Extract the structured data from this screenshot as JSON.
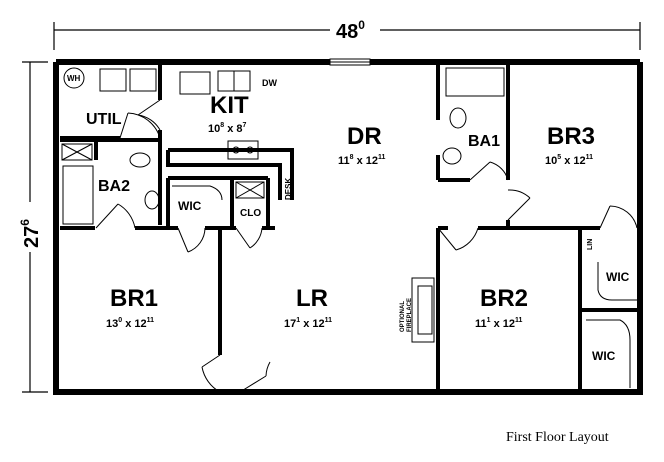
{
  "dimensions": {
    "width_main": "48",
    "width_sup": "0",
    "depth_main": "27",
    "depth_sup": "6"
  },
  "rooms": {
    "kit": {
      "name": "KIT",
      "w": "10",
      "w_sup": "8",
      "h": "8",
      "h_sup": "7"
    },
    "dr": {
      "name": "DR",
      "w": "11",
      "w_sup": "8",
      "h": "12",
      "h_sup": "11"
    },
    "br3": {
      "name": "BR3",
      "w": "10",
      "w_sup": "5",
      "h": "12",
      "h_sup": "11"
    },
    "br1": {
      "name": "BR1",
      "w": "13",
      "w_sup": "0",
      "h": "12",
      "h_sup": "11"
    },
    "lr": {
      "name": "LR",
      "w": "17",
      "w_sup": "1",
      "h": "12",
      "h_sup": "11"
    },
    "br2": {
      "name": "BR2",
      "w": "11",
      "w_sup": "1",
      "h": "12",
      "h_sup": "11"
    }
  },
  "labels": {
    "util": "UTIL",
    "ba1": "BA1",
    "ba2": "BA2",
    "wic": "WIC",
    "clo": "CLO",
    "lin": "LIN",
    "wh": "WH",
    "dw": "DW",
    "desk": "DESK",
    "fireplace_1": "OPTIONAL",
    "fireplace_2": "FIREPLACE",
    "x": "x"
  },
  "caption": "First Floor Layout"
}
